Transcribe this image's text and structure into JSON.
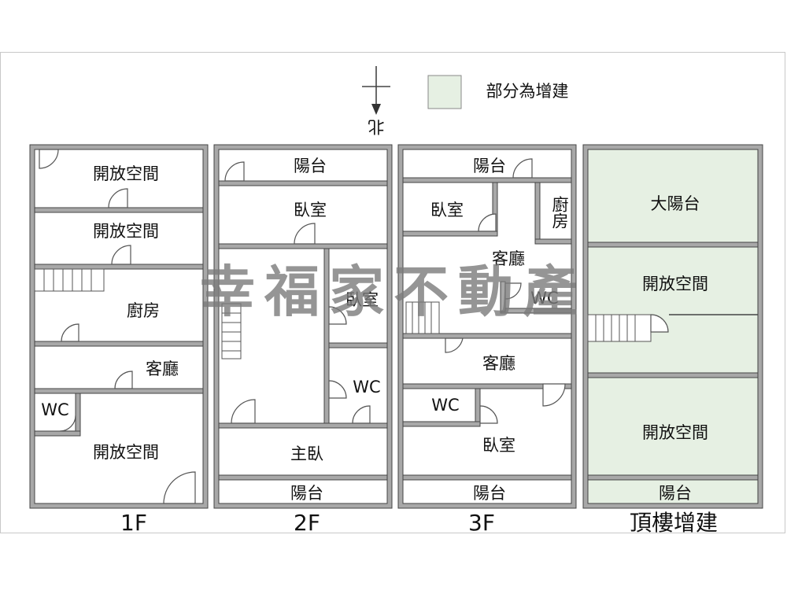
{
  "legend": {
    "label": "部分為增建",
    "swatch_color": "#e6f0e3"
  },
  "compass": {
    "label": "北"
  },
  "watermark": "幸福家不動產",
  "colors": {
    "wall": "#a8a8a8",
    "line": "#444444",
    "addition": "#e6f0e3"
  },
  "floors": [
    {
      "name": "1F",
      "rooms": [
        "開放空間",
        "開放空間",
        "廚房",
        "客廳",
        "WC",
        "開放空間"
      ]
    },
    {
      "name": "2F",
      "rooms": [
        "陽台",
        "臥室",
        "臥室",
        "WC",
        "主臥",
        "陽台"
      ]
    },
    {
      "name": "3F",
      "rooms": [
        "陽台",
        "臥室",
        "廚房",
        "客廳",
        "WC",
        "客廳",
        "WC",
        "臥室",
        "陽台"
      ]
    },
    {
      "name": "頂樓增建",
      "rooms": [
        "大陽台",
        "開放空間",
        "開放空間",
        "陽台"
      ]
    }
  ]
}
